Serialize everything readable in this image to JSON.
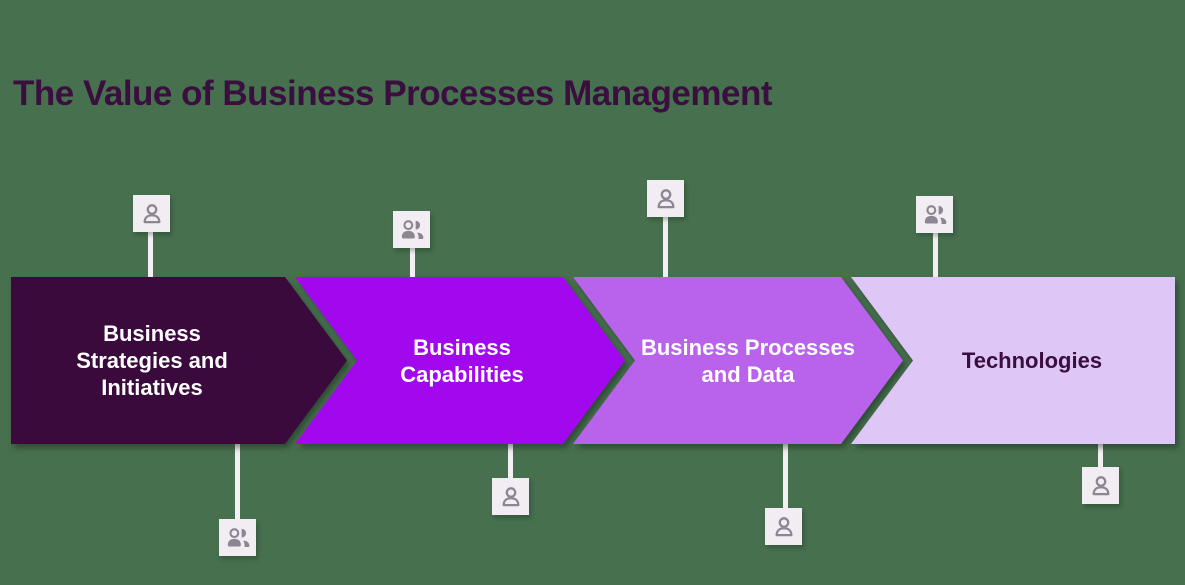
{
  "title": "The Value of Business Processes Management",
  "colors": {
    "background": "#47704F",
    "title_text": "#3A0E3E",
    "chevron_gap_shadow": "rgba(15,35,20,0.45)",
    "icon_box_background": "#F1EDF3",
    "icon_glyph": "#8D8692",
    "connector_line": "#F3EFF4"
  },
  "chevrons": [
    {
      "label": "Business\nStrategies and\nInitiatives",
      "color": "#3B0A3D",
      "text_color": "#FFFFFF"
    },
    {
      "label": "Business\nCapabilities",
      "color": "#A208EE",
      "text_color": "#FFFFFF"
    },
    {
      "label": "Business Processes\nand Data",
      "color": "#B963EC",
      "text_color": "#FFFFFF"
    },
    {
      "label": "Technologies",
      "color": "#DEC6F6",
      "text_color": "#3A0E3E"
    }
  ],
  "connectors": [
    {
      "placement": "above-chevron-1",
      "icon": "person-icon"
    },
    {
      "placement": "below-chevron-1",
      "icon": "people-icon"
    },
    {
      "placement": "above-chevron-2",
      "icon": "people-icon"
    },
    {
      "placement": "below-chevron-2",
      "icon": "person-icon"
    },
    {
      "placement": "above-chevron-3",
      "icon": "person-icon"
    },
    {
      "placement": "below-chevron-3",
      "icon": "person-icon"
    },
    {
      "placement": "above-chevron-4",
      "icon": "people-icon"
    },
    {
      "placement": "below-chevron-4",
      "icon": "person-icon"
    }
  ]
}
